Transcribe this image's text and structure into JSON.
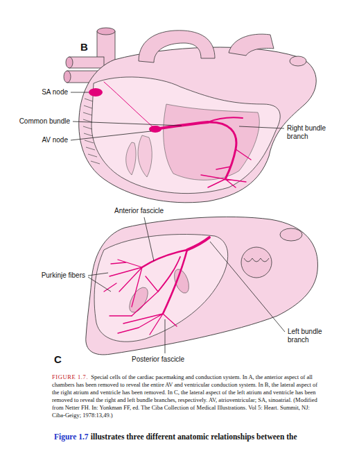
{
  "diagram": {
    "caption": "Special cells of the cardiac pacemaking and conduction system. In A, the anterior aspect of all chambers has been removed to reveal the entire AV and ventricular conduction system. In B, the lateral aspect of the right atrium and ventricle has been removed. In C, the lateral aspect of the left atrium and ventricle has been removed to reveal the right and left bundle branches, respectively. AV, atrioventricular; SA, sinoatrial. (Modified from Netter FH. In: Yonkman FF, ed. The Ciba Collection of Medical Illustrations. Vol 5: Heart. Summit, NJ: Ciba-Geigy; 1978:13,49.)",
    "labels": [
      "B",
      "SA node",
      "Common bundle",
      "AV node",
      "Right bundle branch",
      "Anterior fascicle",
      "Purkinje fibers",
      "Left bundle branch",
      "Posterior fascicle",
      "C",
      "FIGURE 1.7.",
      "Figure 1.7",
      "illustrates three different anatomic relationships between the"
    ]
  }
}
